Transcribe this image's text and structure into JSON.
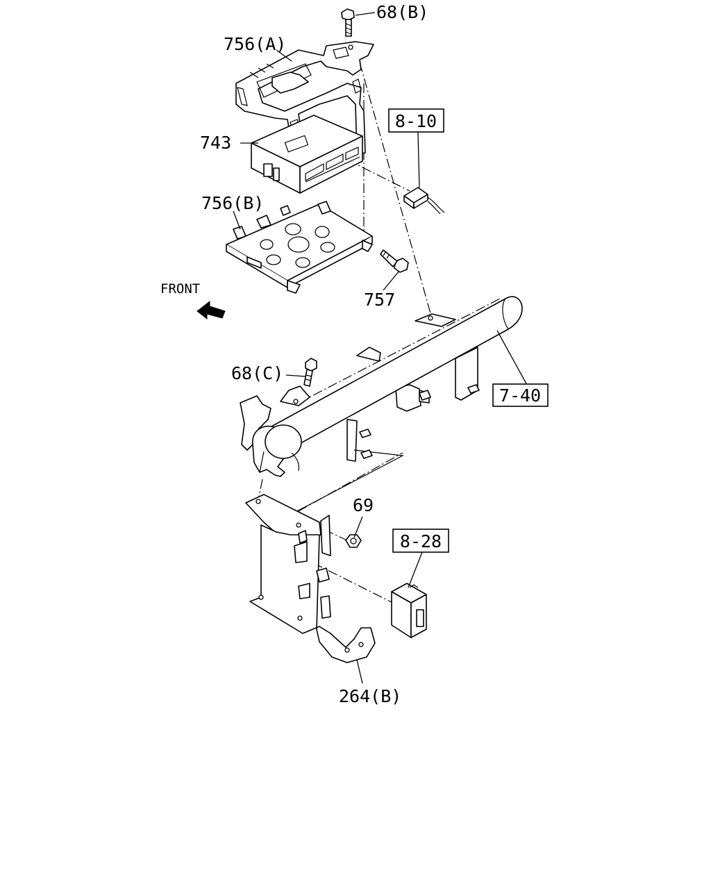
{
  "direction_label": "FRONT",
  "callouts": [
    {
      "id": "68b",
      "text": "68(B)"
    },
    {
      "id": "756a",
      "text": "756(A)"
    },
    {
      "id": "743",
      "text": "743"
    },
    {
      "id": "756b",
      "text": "756(B)"
    },
    {
      "id": "757",
      "text": "757"
    },
    {
      "id": "68c",
      "text": "68(C)"
    },
    {
      "id": "69",
      "text": "69"
    },
    {
      "id": "264b",
      "text": "264(B)"
    }
  ],
  "reference_boxes": [
    {
      "id": "8-10",
      "text": "8-10"
    },
    {
      "id": "7-40",
      "text": "7-40"
    },
    {
      "id": "8-28",
      "text": "8-28"
    }
  ]
}
